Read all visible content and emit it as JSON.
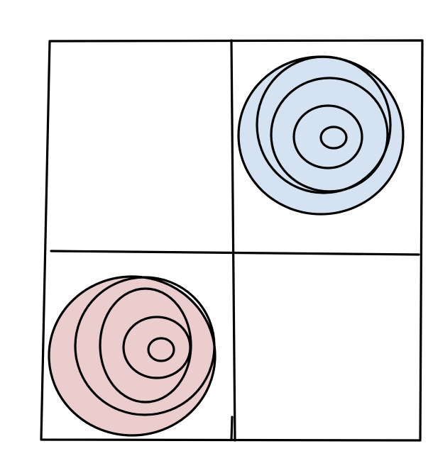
{
  "grid": {
    "rows": 2,
    "columns": 2,
    "line_color": "#000000"
  },
  "cells": [
    {
      "row": 1,
      "column": 1,
      "content": "empty"
    },
    {
      "row": 1,
      "column": 2,
      "content": "blue-concentric-circles"
    },
    {
      "row": 2,
      "column": 1,
      "content": "red-concentric-circles"
    },
    {
      "row": 2,
      "column": 2,
      "content": "empty"
    }
  ],
  "colors": {
    "blue_fill": "#d5e2f2",
    "red_fill": "#eccdcd",
    "background": "#ffffff"
  }
}
